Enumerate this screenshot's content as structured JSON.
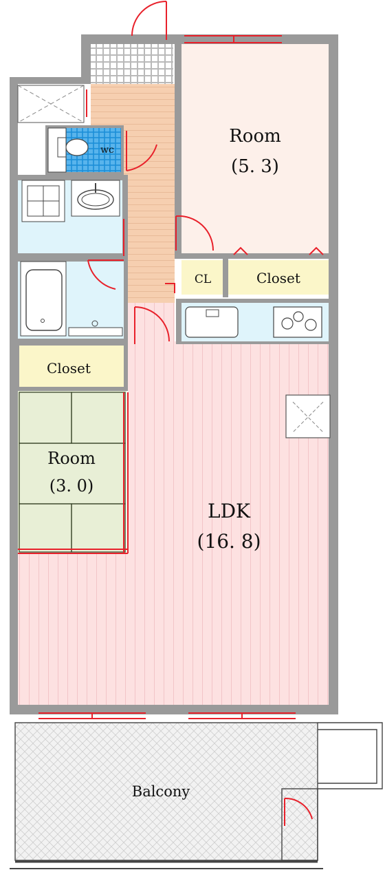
{
  "rooms": {
    "room_north": {
      "name": "Room",
      "size": "(5. 3)"
    },
    "room_west": {
      "name": "Room",
      "size": "(3. 0)"
    },
    "ldk": {
      "name": "LDK",
      "size": "(16. 8)"
    },
    "balcony": {
      "name": "Balcony"
    },
    "wc": {
      "name": "wc"
    },
    "cl": {
      "name": "CL"
    },
    "closet_north": {
      "name": "Closet"
    },
    "closet_west": {
      "name": "Closet"
    }
  },
  "colors": {
    "wall": "#9a9a9a",
    "floor_wood": "#fde1e1",
    "room_north": "#fdf0ea",
    "hall": "#f6cfb0",
    "wet_area": "#dff4fb",
    "wc_tile": "#1b8fd8",
    "closet": "#fbf6c9",
    "tatami": "#e8efd6",
    "balcony": "#f2f2f2",
    "opening": "#e8202a"
  }
}
